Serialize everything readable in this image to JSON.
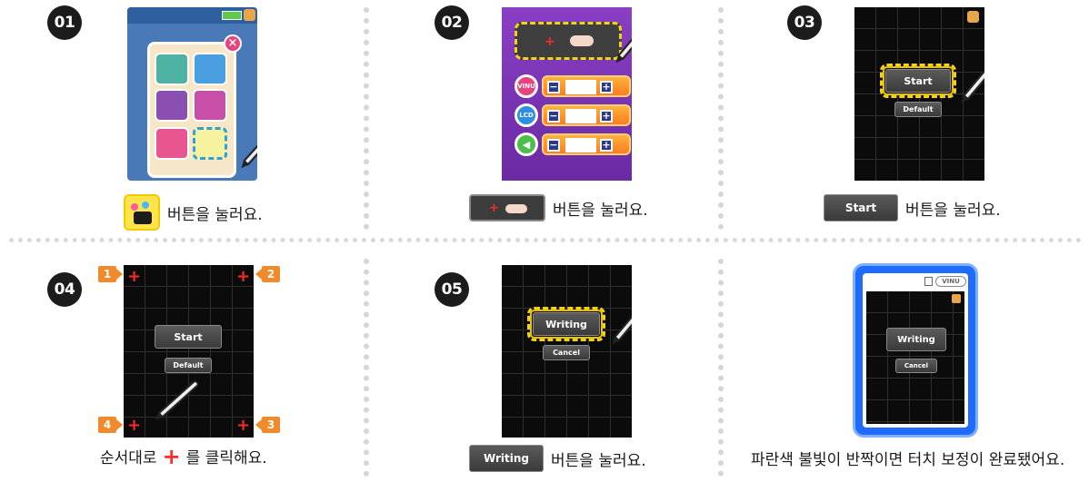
{
  "steps": {
    "s1": {
      "number": "01",
      "caption": "버튼을 눌러요."
    },
    "s2": {
      "number": "02",
      "caption": "버튼을 눌러요."
    },
    "s3": {
      "number": "03",
      "caption": "버튼을 눌러요.",
      "button_label": "Start",
      "screen": {
        "start_label": "Start",
        "default_label": "Default"
      }
    },
    "s4": {
      "number": "04",
      "caption_pre": "순서대로",
      "caption_post": "를 클릭해요.",
      "screen": {
        "start_label": "Start",
        "default_label": "Default"
      },
      "markers": [
        "1",
        "2",
        "3",
        "4"
      ]
    },
    "s5": {
      "number": "05",
      "caption": "버튼을 눌러요.",
      "button_label": "Writing",
      "screen": {
        "writing_label": "Writing",
        "cancel_label": "Cancel"
      }
    },
    "s6": {
      "caption": "파란색 불빛이 반짝이면 터치 보정이 완료됐어요.",
      "screen": {
        "writing_label": "Writing",
        "cancel_label": "Cancel"
      },
      "logo": "VINU"
    }
  },
  "settings_labels": {
    "vinu": "VINU",
    "lcd": "LCD"
  },
  "colors": {
    "highlight": "#f2d21a",
    "cross": "#ff2a2a",
    "marker": "#f08a2a",
    "led_blue": "#1f6bff",
    "purple_bg": "#7a2fb0"
  }
}
